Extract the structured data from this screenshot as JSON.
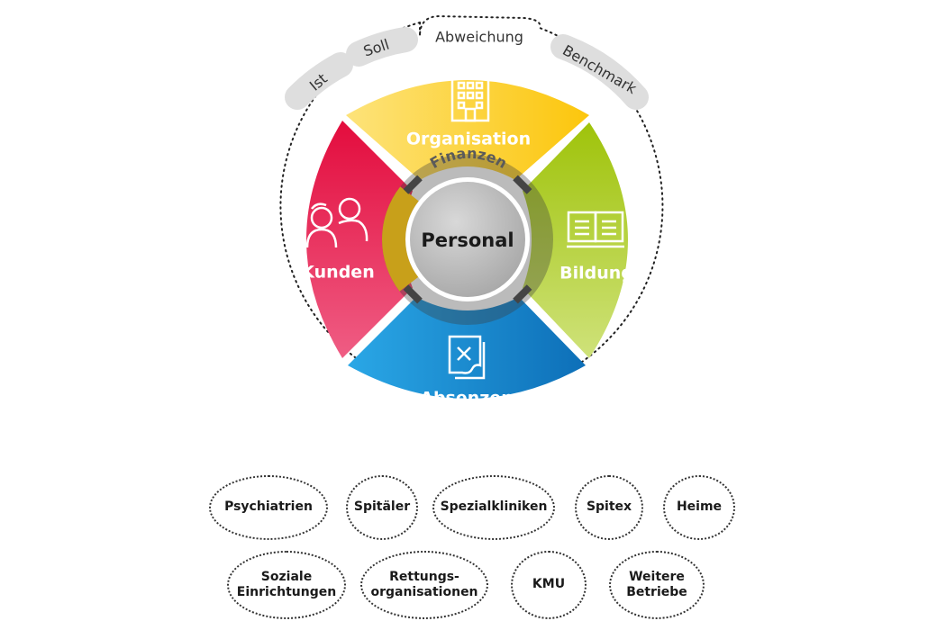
{
  "center": "Personal",
  "ring": "Finanzen",
  "segments": {
    "top": "Organisation",
    "right": "Bildung",
    "bottom": "Absenzen",
    "left": "Kunden"
  },
  "tabs": [
    "Ist",
    "Soll",
    "Abweichung",
    "Benchmark"
  ],
  "sectors": [
    "Psychiatrien",
    "Spitäler",
    "Spezialkliniken",
    "Spitex",
    "Heime",
    "Soziale\nEinrichtungen",
    "Rettungs-\norganisationen",
    "KMU",
    "Weitere\nBetriebe"
  ],
  "colors": {
    "organisation": "#fcc60c",
    "bildung": "#a6c410",
    "absenzen": "#1b8fd2",
    "kunden": "#e5194a",
    "center": "#b4b4b4"
  }
}
